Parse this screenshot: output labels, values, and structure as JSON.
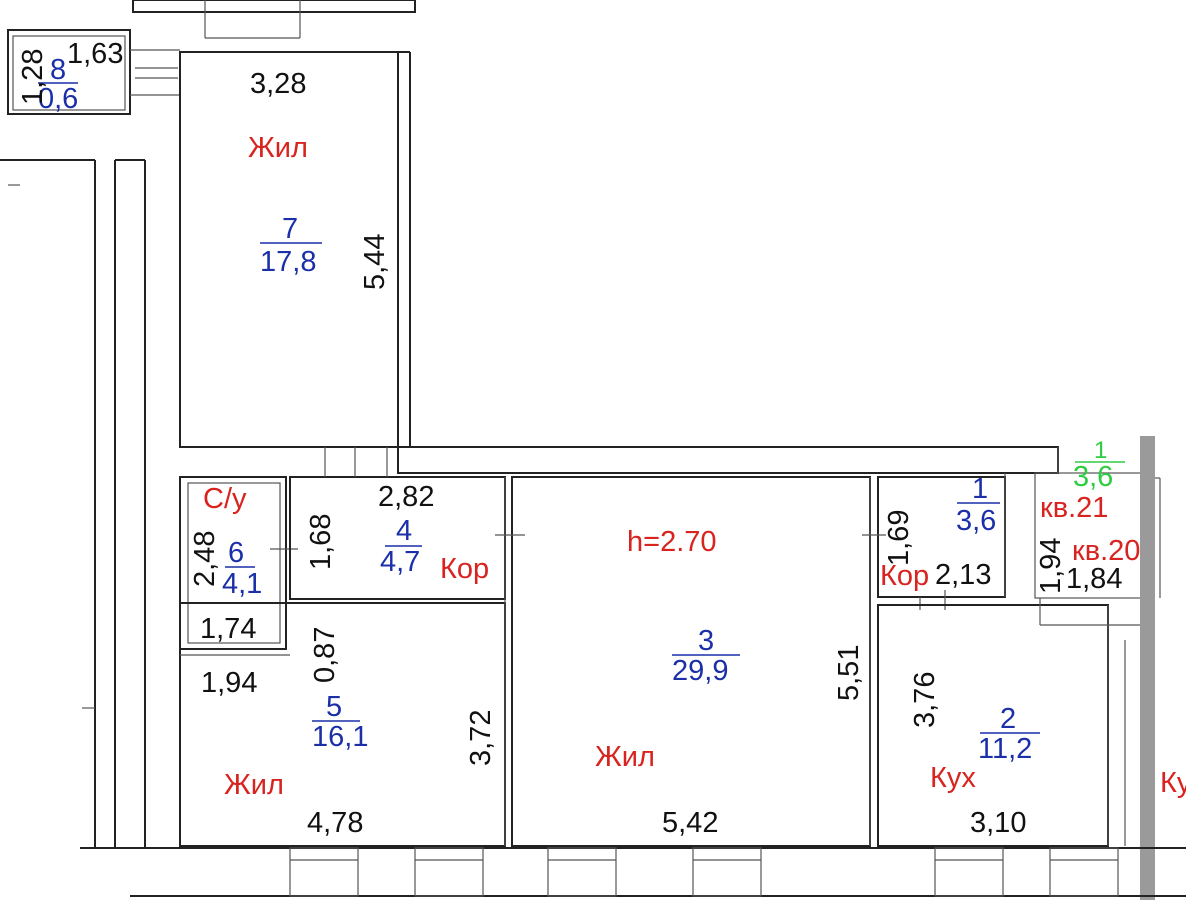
{
  "accent_colors": {
    "dimension": "#111111",
    "room_type": "#d8231f",
    "room_number": "#1a2fa8",
    "external": "#2ecc40"
  },
  "ceiling_height": "h=2.70",
  "rooms": [
    {
      "id": "r7",
      "number": "7",
      "area": "17,8",
      "type": "Жил"
    },
    {
      "id": "r6",
      "number": "6",
      "area": "4,1",
      "type": "С/у"
    },
    {
      "id": "r4",
      "number": "4",
      "area": "4,7",
      "type": "Кор"
    },
    {
      "id": "r5",
      "number": "5",
      "area": "16,1",
      "type": "Жил"
    },
    {
      "id": "r3",
      "number": "3",
      "area": "29,9",
      "type": "Жил"
    },
    {
      "id": "r1",
      "number": "1",
      "area": "3,6",
      "type": "Кор"
    },
    {
      "id": "r2",
      "number": "2",
      "area": "11,2",
      "type": "Кух"
    },
    {
      "id": "r8",
      "number": "8",
      "area": "0,6",
      "type": ""
    }
  ],
  "external": {
    "number": "1",
    "area": "3,6",
    "apt_21": "кв.21",
    "apt_20": "кв.20",
    "kitchen_partial": "Ку"
  },
  "dimensions": [
    "1,28",
    "1,63",
    "3,28",
    "5,44",
    "2,82",
    "2,48",
    "1,68",
    "1,74",
    "0,87",
    "1,94",
    "3,72",
    "4,78",
    "5,42",
    "5,51",
    "1,69",
    "2,13",
    "1,94",
    "1,84",
    "3,76",
    "3,10"
  ]
}
